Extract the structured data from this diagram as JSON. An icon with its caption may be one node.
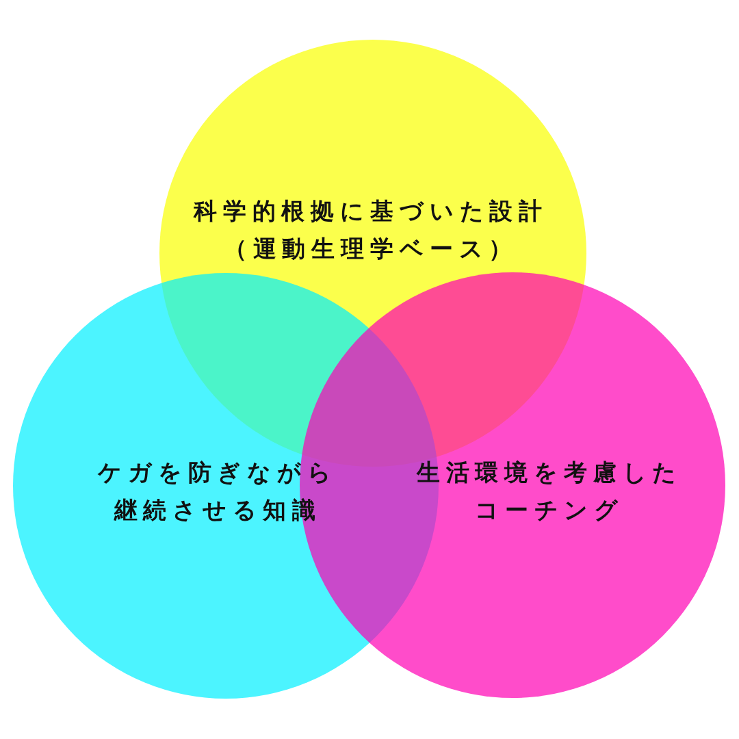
{
  "diagram": {
    "nodes": [
      {
        "text": [
          "科学的根拠に基づいた設計（運動生理学ベース）"
        ]
      },
      {
        "text": [
          "ケガを防ぎながら継続させる知識"
        ]
      },
      {
        "text": [
          "生活環境を考慮したコーチング"
        ]
      }
    ]
  }
}
